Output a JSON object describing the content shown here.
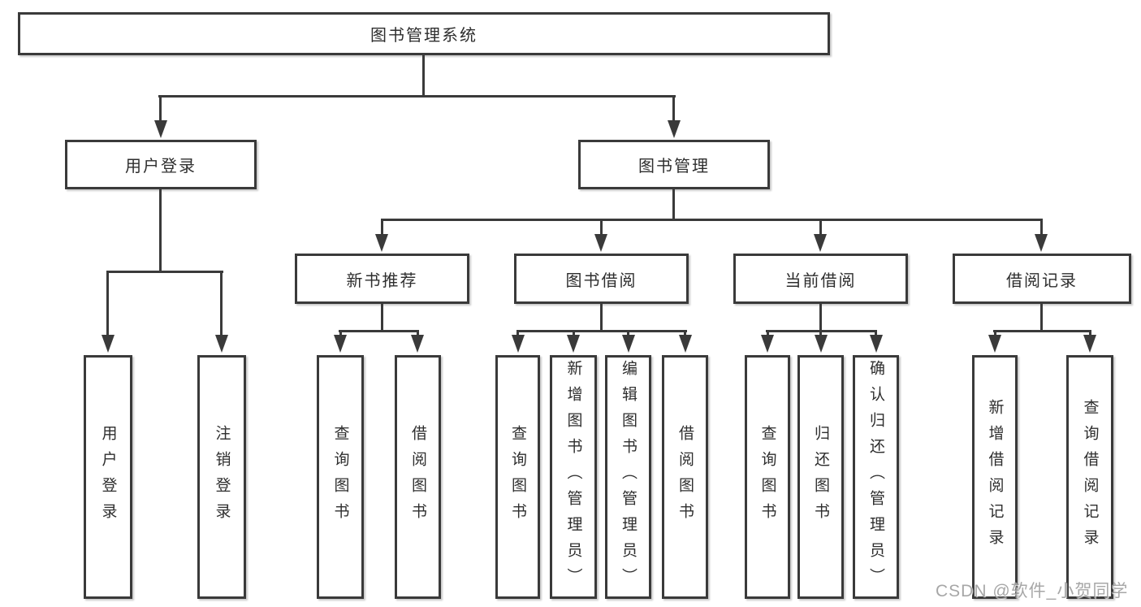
{
  "diagram": {
    "root": {
      "label": "图书管理系统"
    },
    "level2": {
      "user_login": {
        "label": "用户登录"
      },
      "book_mgmt": {
        "label": "图书管理"
      }
    },
    "level3": {
      "new_book_rec": {
        "label": "新书推荐"
      },
      "book_borrow": {
        "label": "图书借阅"
      },
      "current_borrow": {
        "label": "当前借阅"
      },
      "borrow_record": {
        "label": "借阅记录"
      }
    },
    "leaves": {
      "user_login_leaf": {
        "label": "用户登录"
      },
      "logout_leaf": {
        "label": "注销登录"
      },
      "nb_query": {
        "label": "查询图书"
      },
      "nb_borrow": {
        "label": "借阅图书"
      },
      "bb_query": {
        "label": "查询图书"
      },
      "bb_add": {
        "label": "新增图书（管理员）"
      },
      "bb_edit": {
        "label": "编辑图书（管理员）"
      },
      "bb_borrow": {
        "label": "借阅图书"
      },
      "cb_query": {
        "label": "查询图书"
      },
      "cb_return": {
        "label": "归还图书"
      },
      "cb_confirm": {
        "label": "确认归还（管理员）"
      },
      "br_add": {
        "label": "新增借阅记录"
      },
      "br_query": {
        "label": "查询借阅记录"
      }
    }
  },
  "watermark": {
    "text": "CSDN @软件_小贺同学"
  },
  "colors": {
    "line": "#3a3a3a",
    "text": "#2e2e2e",
    "watermark": "#949494",
    "background": "#ffffff"
  }
}
